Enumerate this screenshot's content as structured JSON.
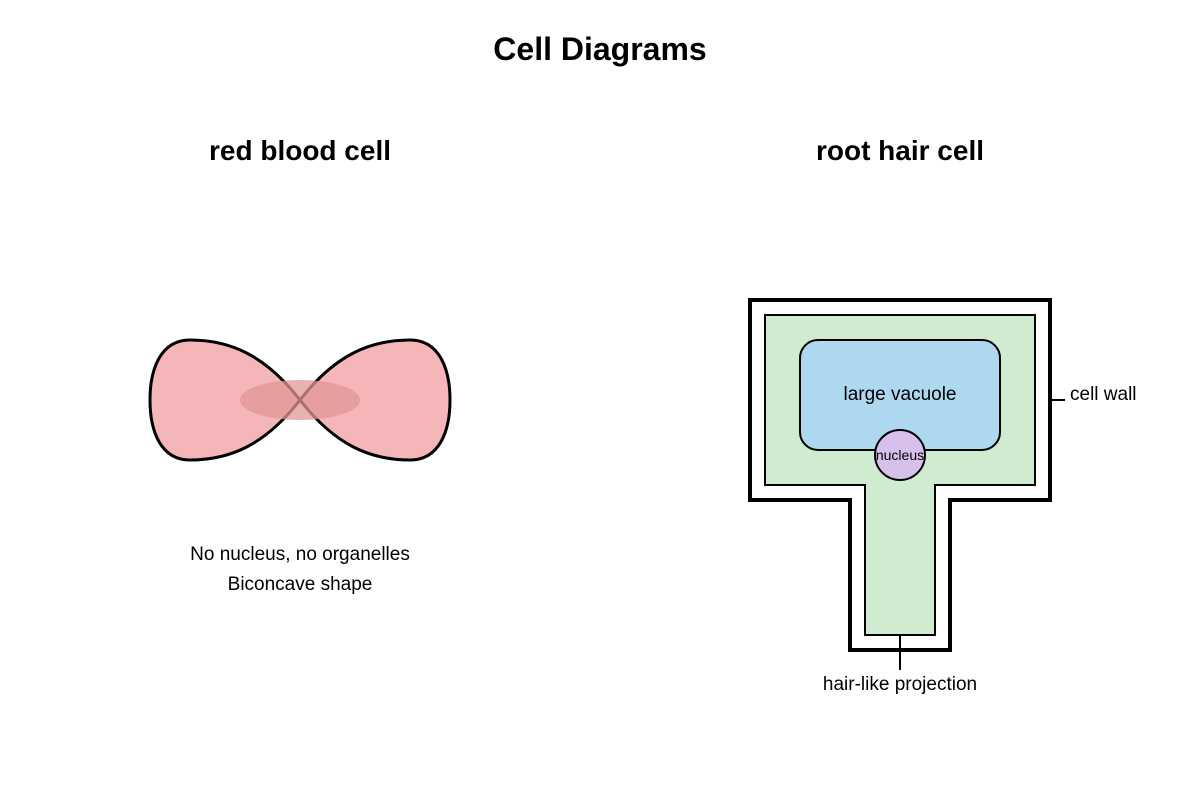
{
  "title": "Cell Diagrams",
  "red_blood_cell": {
    "heading": "red blood cell",
    "notes": [
      "No nucleus, no organelles",
      "Biconcave shape"
    ],
    "colors": {
      "fill": "#f4b6b8",
      "center": "#e39595",
      "outline": "#000000"
    }
  },
  "root_hair_cell": {
    "heading": "root hair cell",
    "labels": {
      "vacuole": "large vacuole",
      "nucleus": "nucleus",
      "cell_wall": "cell wall",
      "projection": "hair-like projection"
    },
    "colors": {
      "wall_outline": "#000000",
      "wall_fill": "#ffffff",
      "cytoplasm": "#d0ebcf",
      "vacuole": "#add8f0",
      "nucleus": "#d8c0ec"
    }
  }
}
